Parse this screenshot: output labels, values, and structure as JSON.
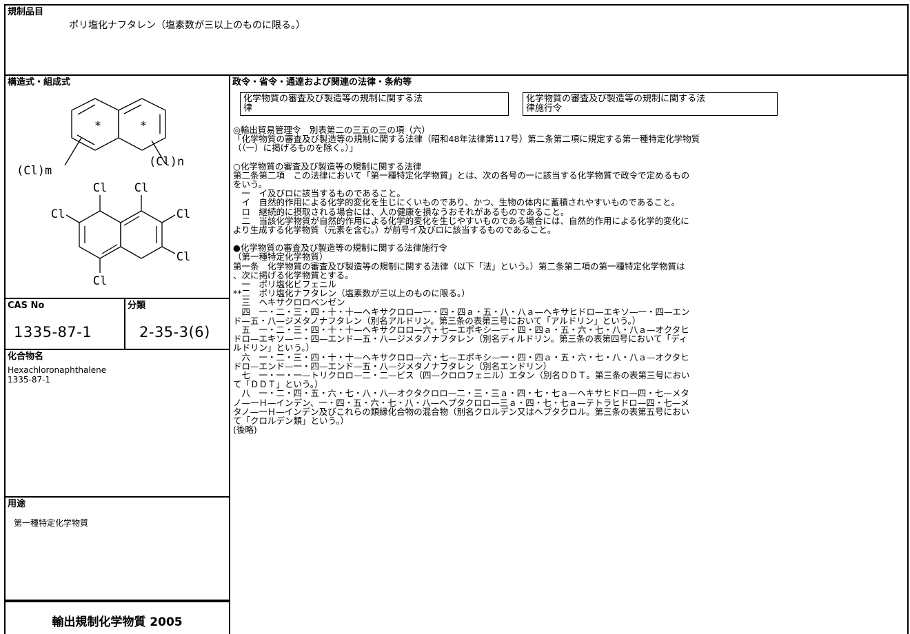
{
  "regulated_item": {
    "label": "規制品目",
    "value": "ポリ塩化ナフタレン（塩素数が三以上のものに限る。）"
  },
  "structure": {
    "label": "構造式・組成式",
    "generic": {
      "marker": "*",
      "sub_left": "(Cl)m",
      "sub_right": "(Cl)n"
    },
    "specific": {
      "atom": "Cl"
    }
  },
  "cas": {
    "label": "CAS No",
    "value": "1335-87-1"
  },
  "classification": {
    "label": "分類",
    "value": "2-35-3(6)"
  },
  "compound": {
    "label": "化合物名",
    "lines": [
      "Hexachloronaphthalene",
      "1335-87-1"
    ]
  },
  "usage": {
    "label": "用途",
    "value": "第一種特定化学物質"
  },
  "footer": {
    "title": "輸出規制化学物質 2005"
  },
  "law": {
    "label": "政令・省令・通達および関連の法律・条約等",
    "link1": {
      "line1": "化学物質の審査及び製造等の規制に関する法",
      "line2": "律"
    },
    "link2": {
      "line1": "化学物質の審査及び製造等の規制に関する法",
      "line2": "律施行令"
    },
    "paragraphs": [
      [
        "◎輸出貿易管理令　別表第二の三五の三の項（六）",
        "「化学物質の審査及び製造等の規制に関する法律（昭和48年法律第117号）第二条第二項に規定する第一種特定化学物質",
        "（（一）に掲げるものを除く。）」"
      ],
      [
        "○化学物質の審査及び製造等の規制に関する法律",
        "第二条第二項　この法律において「第一種特定化学物質」とは、次の各号の一に該当する化学物質で政令で定めるもの",
        "をいう。",
        "　一　イ及びロに該当するものであること。",
        "　イ　自然的作用による化学的変化を生じにくいものであり、かつ、生物の体内に蓄積されやすいものであること。",
        "　ロ　継続的に摂取される場合には、人の健康を損なうおそれがあるものであること。",
        "　二　当該化学物質が自然的作用による化学的変化を生じやすいものである場合には、自然的作用による化学的変化に",
        "より生成する化学物質（元素を含む。）が前号イ及びロに該当するものであること。"
      ],
      [
        "●化学物質の審査及び製造等の規制に関する法律施行令",
        "（第一種特定化学物質）",
        "第一条　化学物質の審査及び製造等の規制に関する法律（以下「法」という。）第二条第二項の第一種特定化学物質は",
        "、次に掲げる化学物質とする。",
        "　一　ポリ塩化ビフェニル",
        "**二　ポリ塩化ナフタレン（塩素数が三以上のものに限る。）",
        "　三　ヘキサクロロベンゼン",
        "　四　一・二・三・四・十・十—ヘキサクロロ—一・四・四ａ・五・八・八ａ—ヘキサヒドロ—エキソ—一・四—エン",
        "ド—五・八—ジメタノナフタレン（別名アルドリン。第三条の表第三号において「アルドリン」という。）",
        "　五　一・二・三・四・十・十—ヘキサクロロ—六・七—エポキシ—一・四・四ａ・五・六・七・八・八ａ—オクタヒ",
        "ドロ—エキソ—一・四—エンド—五・八—ジメタノナフタレン（別名ディルドリン。第三条の表第四号において「ディ",
        "ルドリン」という。）",
        "　六　一・二・三・四・十・十—ヘキサクロロ—六・七—エポキシ—一・四・四ａ・五・六・七・八・八ａ—オクタヒ",
        "ドロ—エンド—一・四—エンド—五・八—ジメタノナフタレン（別名エンドリン）",
        "　七　一・一・一—トリクロロ—二・二—ビス（四—クロロフェニル）エタン（別名ＤＤＴ。第三条の表第三号におい",
        "て「ＤＤＴ」という。）",
        "　八　一・二・四・五・六・七・八・八—オクタクロロ—二・三・三ａ・四・七・七ａ—ヘキサヒドロ—四・七—メタ",
        "ノ—一Ｈ—インデン、一・四・五・六・七・八・八—ヘプタクロロ—三ａ・四・七・七ａ—テトラヒドロ—四・七—メ",
        "タノ—一Ｈ—インデン及びこれらの類縁化合物の混合物（別名クロルデン又はヘプタクロル。第三条の表第五号におい",
        "て「クロルデン類」という。）",
        "(後略)"
      ]
    ]
  }
}
